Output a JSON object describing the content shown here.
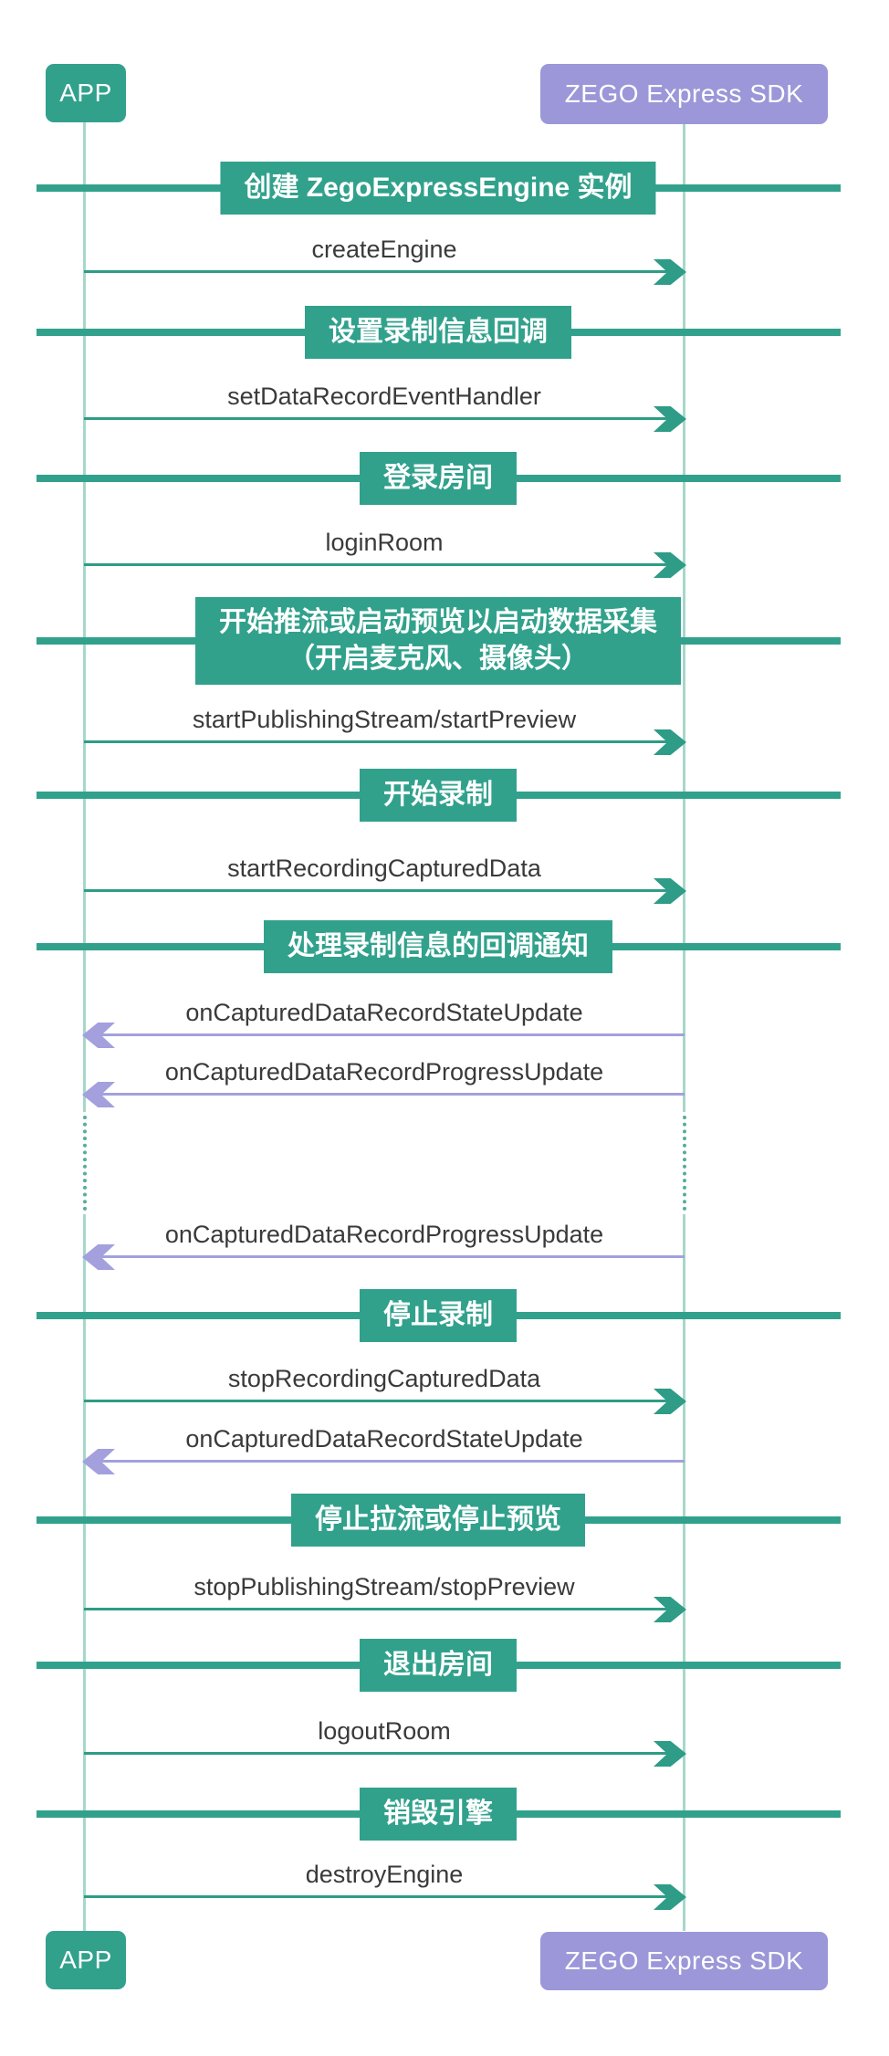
{
  "palette": {
    "teal": "#31a18c",
    "teal-arrow": "#2e9c86",
    "lifeline": "#a7d7cb",
    "lifeline-dot": "#57ad9a",
    "purple": "#9b97d8",
    "purple-arrow": "#a3a0dd",
    "text": "#3a3a3a",
    "label-text": "#ffffff",
    "background": "#ffffff"
  },
  "actors": {
    "app": "APP",
    "sdk": "ZEGO Express SDK"
  },
  "phases": [
    {
      "label": "创建 ZegoExpressEngine 实例"
    },
    {
      "label": "设置录制信息回调"
    },
    {
      "label": "登录房间"
    },
    {
      "label": "开始推流或启动预览以启动数据采集",
      "label2": "（开启麦克风、摄像头）"
    },
    {
      "label": "开始录制"
    },
    {
      "label": "处理录制信息的回调通知"
    },
    {
      "label": "停止录制"
    },
    {
      "label": "停止拉流或停止预览"
    },
    {
      "label": "退出房间"
    },
    {
      "label": "销毁引擎"
    }
  ],
  "messages": [
    {
      "label": "createEngine",
      "direction": "right"
    },
    {
      "label": "setDataRecordEventHandler",
      "direction": "right"
    },
    {
      "label": "loginRoom",
      "direction": "right"
    },
    {
      "label": "startPublishingStream/startPreview",
      "direction": "right"
    },
    {
      "label": "startRecordingCapturedData",
      "direction": "right"
    },
    {
      "label": "onCapturedDataRecordStateUpdate",
      "direction": "left"
    },
    {
      "label": "onCapturedDataRecordProgressUpdate",
      "direction": "left"
    },
    {
      "label": "onCapturedDataRecordProgressUpdate",
      "direction": "left"
    },
    {
      "label": "stopRecordingCapturedData",
      "direction": "right"
    },
    {
      "label": "onCapturedDataRecordStateUpdate",
      "direction": "left"
    },
    {
      "label": "stopPublishingStream/stopPreview",
      "direction": "right"
    },
    {
      "label": "logoutRoom",
      "direction": "right"
    },
    {
      "label": "destroyEngine",
      "direction": "right"
    }
  ]
}
